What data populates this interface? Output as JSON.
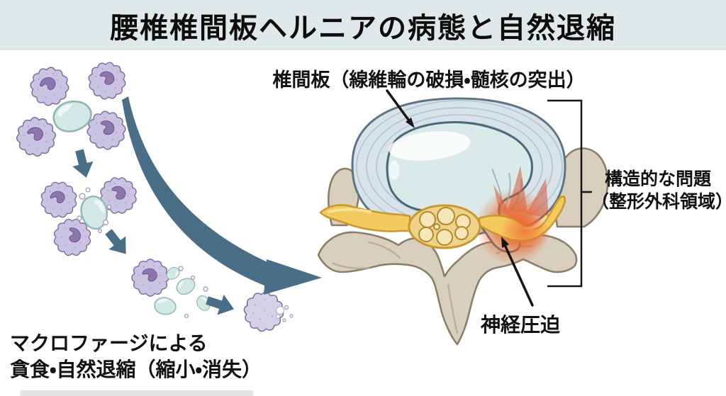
{
  "title": "腰椎椎間板ヘルニアの病態と自然退縮",
  "annotations": {
    "disc": "椎間板（線維輪の破損・髄核の突出）",
    "structural_problem": {
      "line1": "構造的な問題",
      "line2": "（整形外科領域）"
    },
    "nerve_compression": "神経圧迫",
    "macrophage": {
      "line1": "マクロファージによる",
      "line2": "貪食・自然退縮（縮小・消失）"
    }
  },
  "palette": {
    "band": "#dfe9e9",
    "ink": "#141414",
    "arrow-blue": "#4a6e86",
    "macrophage-body": "#cac3e2",
    "macrophage-outline": "#7b6ba0",
    "macrophage-nucleus": "#8d76ad",
    "fragment": "#d2e8e4",
    "fragment-outline": "#8fb8b0",
    "bone": "#d8cfbe",
    "bone-outline": "#8b7f6a",
    "disc-annulus": "#d7e2e9",
    "disc-outline": "#5d7486",
    "nucleus-pulposus": "#d9eae8",
    "nerve-yellow": "#f3ca5e",
    "nerve-outline": "#c9992d",
    "inflammation-red": "#ee5222"
  }
}
